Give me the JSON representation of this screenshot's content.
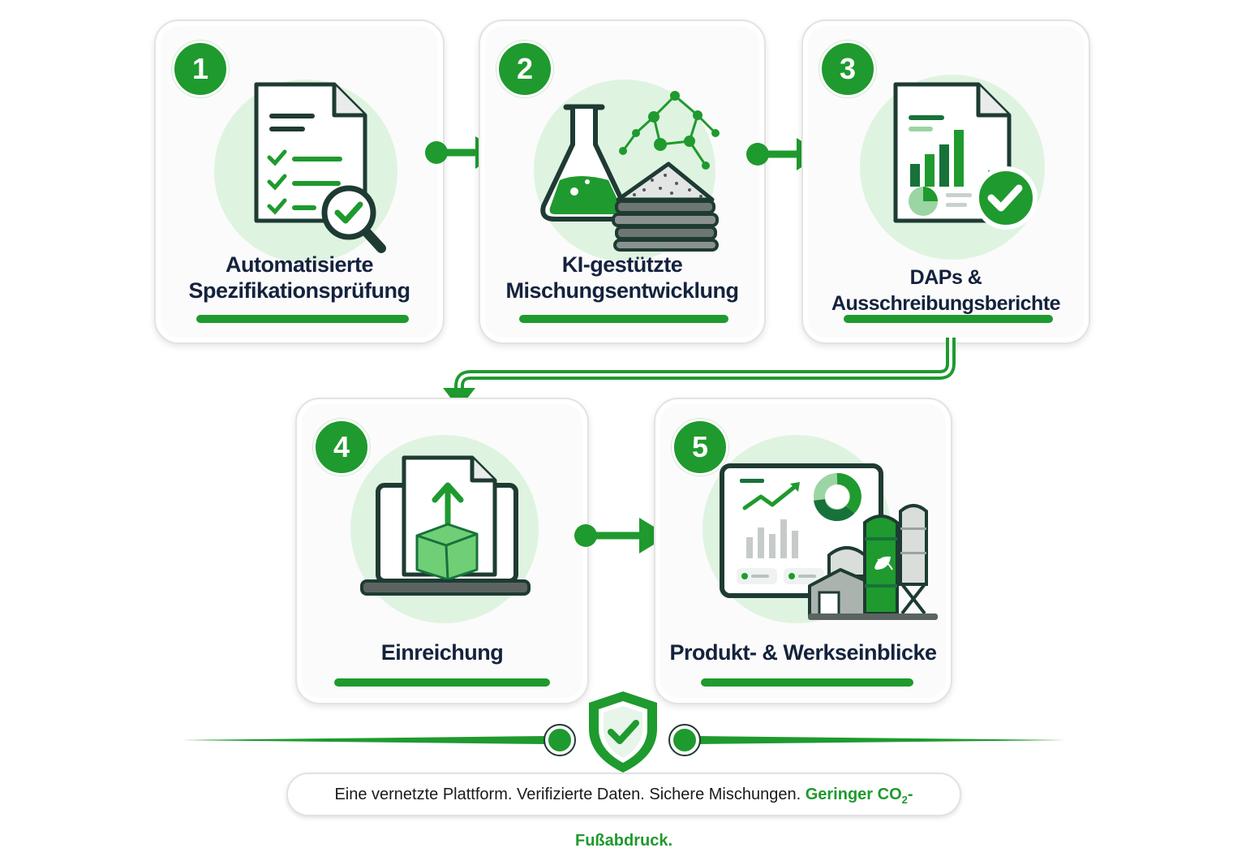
{
  "steps": [
    {
      "number": "1",
      "title_line1": "Automatisierte",
      "title_line2": "Spezifikationsprüfung"
    },
    {
      "number": "2",
      "title_line1": "KI-gestützte",
      "title_line2": "Mischungsentwicklung"
    },
    {
      "number": "3",
      "title_line1": "DAPs & Ausschreibungsberichte",
      "title_line2": ""
    },
    {
      "number": "4",
      "title_line1": "Einreichung",
      "title_line2": ""
    },
    {
      "number": "5",
      "title_line1": "Produkt- & Werkseinblicke",
      "title_line2": ""
    }
  ],
  "footer": {
    "tagline": "Eine vernetzte Plattform. Verifizierte Daten. Sichere Mischungen.",
    "highlight_pre": "Geringer CO",
    "highlight_sub": "2",
    "highlight_post": "-Fußabdruck."
  },
  "colors": {
    "accent": "#1f9a2e",
    "dark_green": "#17723a",
    "light_green": "#dff3e1",
    "text": "#14223d"
  },
  "icons": [
    "checklist-document-icon",
    "flask-molecule-icon",
    "report-chart-check-icon",
    "laptop-upload-box-icon",
    "dashboard-silo-icon",
    "shield-check-icon"
  ]
}
